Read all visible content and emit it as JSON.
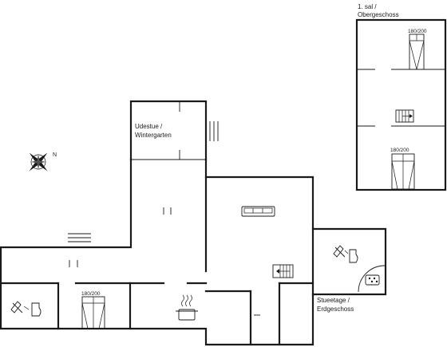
{
  "floors": {
    "upper": {
      "label_line1": "1. sal /",
      "label_line2": "Obergeschoss"
    },
    "ground": {
      "label_line1": "Stueetage /",
      "label_line2": "Erdgeschoss"
    }
  },
  "rooms": {
    "conservatory": {
      "label_line1": "Udestue /",
      "label_line2": "Wintergarten"
    }
  },
  "beds": {
    "upper_top": "180/200",
    "upper_bottom": "180/200",
    "ground_left": "180/200"
  },
  "compass": {
    "north_label": "N"
  },
  "icons": [
    "sofa-icon",
    "toilet-icon",
    "stove-icon",
    "stairs-icon",
    "bathtub-icon",
    "compass-icon"
  ]
}
